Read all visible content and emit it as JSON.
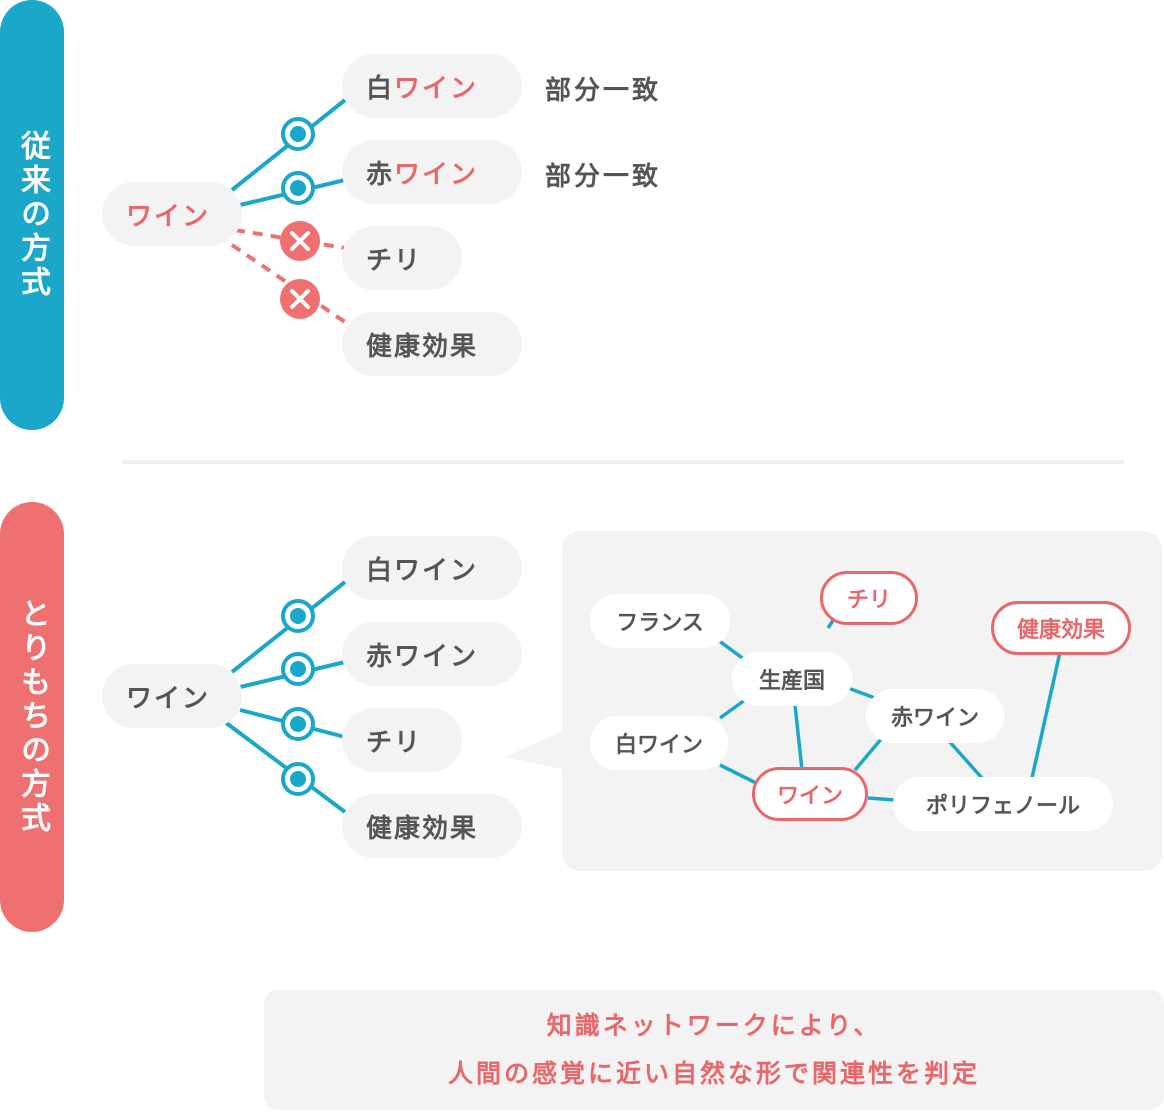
{
  "old_method": {
    "label": "従来の方式",
    "source": "ワイン",
    "targets": [
      {
        "prefix": "白",
        "highlight": "ワイン",
        "result": "部分一致"
      },
      {
        "prefix": "赤",
        "highlight": "ワイン",
        "result": "部分一致"
      },
      {
        "prefix": "チリ",
        "highlight": "",
        "result": ""
      },
      {
        "prefix": "健康効果",
        "highlight": "",
        "result": ""
      }
    ]
  },
  "new_method": {
    "label": "とりもちの方式",
    "source": "ワイン",
    "targets": [
      "白ワイン",
      "赤ワイン",
      "チリ",
      "健康効果"
    ],
    "network": {
      "nodes": [
        "フランス",
        "チリ",
        "健康効果",
        "生産国",
        "赤ワイン",
        "白ワイン",
        "ワイン",
        "ポリフェノール"
      ]
    }
  },
  "caption": {
    "line1": "知識ネットワークにより、",
    "line2": "人間の感覚に近い自然な形で関連性を判定"
  },
  "colors": {
    "blue": "#1ba7c9",
    "red": "#ee7071",
    "pill": "#f3f3f3"
  }
}
